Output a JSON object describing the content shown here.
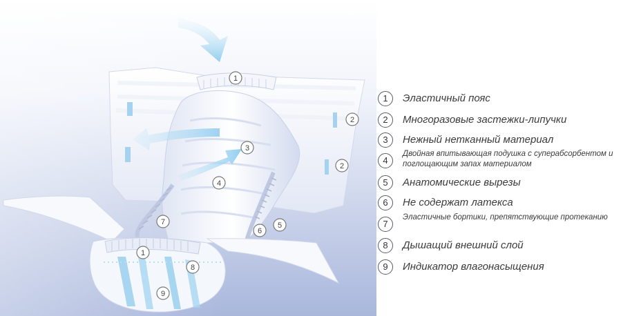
{
  "markers": {
    "m1_top": "1",
    "m2_right_top": "2",
    "m2_right_bottom": "2",
    "m3": "3",
    "m4": "4",
    "m5": "5",
    "m6": "6",
    "m7": "7",
    "m1_bottom": "1",
    "m8": "8",
    "m9": "9"
  },
  "legend": {
    "items": [
      {
        "num": "1",
        "text": "Эластичный пояс"
      },
      {
        "num": "2",
        "text": "Многоразовые застежки-липучки"
      },
      {
        "num": "3",
        "text": "Нежный нетканный материал"
      },
      {
        "num": "4",
        "text": "Двойная впитывающая подушка с суперабсорбентом и поглощающим запах материалом"
      },
      {
        "num": "5",
        "text": "Анатомические вырезы"
      },
      {
        "num": "6",
        "text": "Не содержат латекса"
      },
      {
        "num": "7",
        "text": "Эластичные бортики, препятствующие протеканию"
      },
      {
        "num": "8",
        "text": "Дышащий внешний слой"
      },
      {
        "num": "9",
        "text": "Индикатор влагонасыщения"
      }
    ]
  },
  "colors": {
    "background_gradient_top": "#ffffff",
    "background_gradient_bottom": "#a9b7dc",
    "arrow": "#9fd2ee",
    "fastener_tab": "#a5d3ef",
    "marker_stroke": "#666666",
    "text": "#3a3a3a"
  }
}
